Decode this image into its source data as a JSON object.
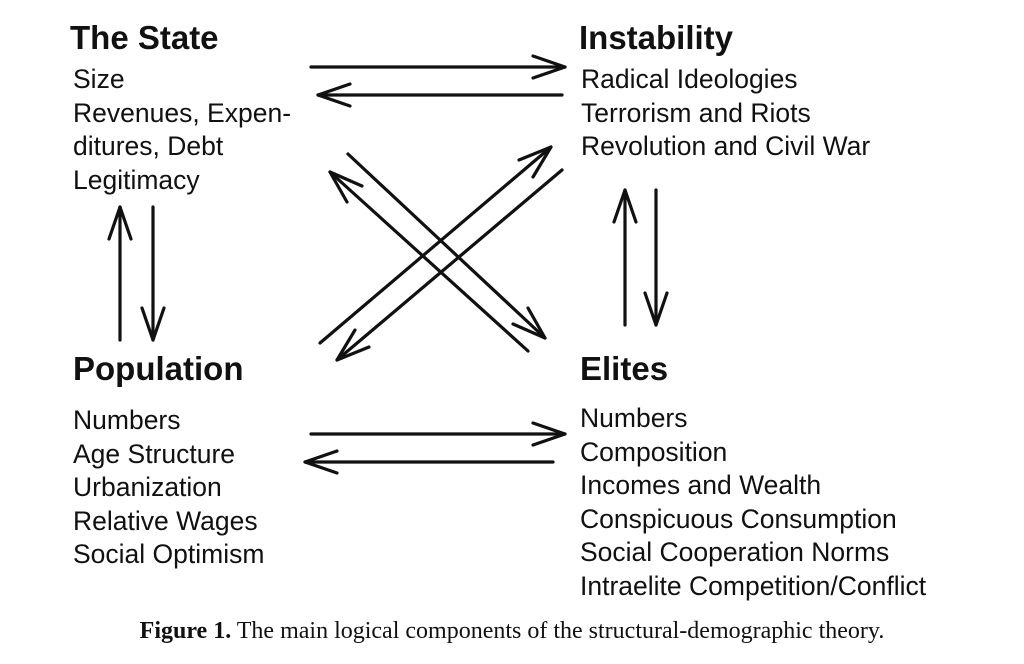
{
  "nodes": {
    "state": {
      "title": "The State",
      "items": [
        "Size",
        "Revenues, Expen-",
        "ditures, Debt",
        "Legitimacy"
      ]
    },
    "instability": {
      "title": "Instability",
      "items": [
        "Radical Ideologies",
        "Terrorism and Riots",
        "Revolution and Civil War"
      ]
    },
    "population": {
      "title": "Population",
      "items": [
        "Numbers",
        "Age Structure",
        "Urbanization",
        "Relative Wages",
        "Social Optimism"
      ]
    },
    "elites": {
      "title": "Elites",
      "items": [
        "Numbers",
        "Composition",
        "Incomes and Wealth",
        "Conspicuous Consumption",
        "Social Cooperation Norms",
        "Intraelite Competition/Conflict"
      ]
    }
  },
  "edges": [
    {
      "from": "The State",
      "to": "Instability"
    },
    {
      "from": "Instability",
      "to": "The State"
    },
    {
      "from": "The State",
      "to": "Population"
    },
    {
      "from": "Population",
      "to": "The State"
    },
    {
      "from": "Instability",
      "to": "Elites"
    },
    {
      "from": "Elites",
      "to": "Instability"
    },
    {
      "from": "Population",
      "to": "Elites"
    },
    {
      "from": "Elites",
      "to": "Population"
    },
    {
      "from": "The State",
      "to": "Elites"
    },
    {
      "from": "Elites",
      "to": "The State"
    },
    {
      "from": "Population",
      "to": "Instability"
    },
    {
      "from": "Instability",
      "to": "Population"
    }
  ],
  "caption": {
    "label": "Figure 1.",
    "text": " The main logical components of the structural-demographic theory."
  }
}
